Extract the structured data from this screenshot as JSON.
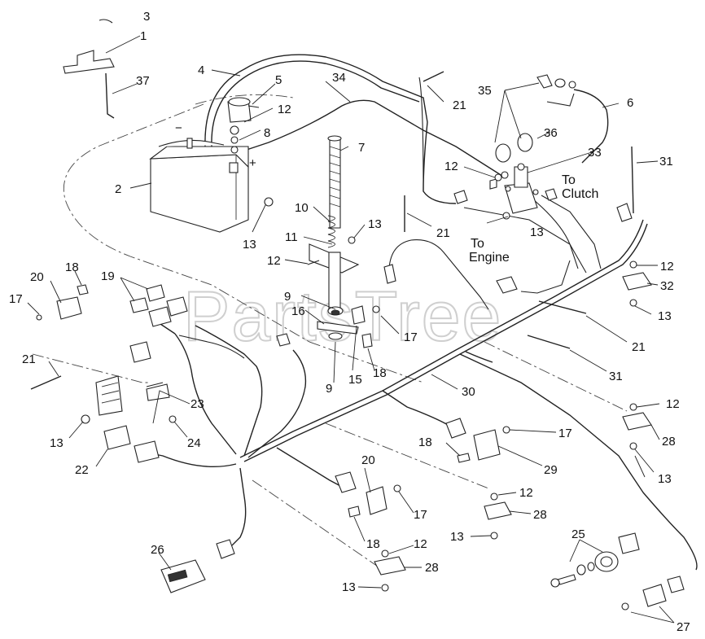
{
  "watermark": "PartsTree",
  "notes": {
    "to_clutch_1": "To",
    "to_clutch_2": "Clutch",
    "to_engine_1": "To",
    "to_engine_2": "Engine"
  },
  "battery_symbols": {
    "minus": "−",
    "plus": "+"
  },
  "callouts": [
    {
      "id": "c3",
      "text": "3"
    },
    {
      "id": "c1",
      "text": "1"
    },
    {
      "id": "c37",
      "text": "37"
    },
    {
      "id": "c4",
      "text": "4"
    },
    {
      "id": "c5",
      "text": "5"
    },
    {
      "id": "c34",
      "text": "34"
    },
    {
      "id": "c21a",
      "text": "21"
    },
    {
      "id": "c35",
      "text": "35"
    },
    {
      "id": "c6",
      "text": "6"
    },
    {
      "id": "c12a",
      "text": "12"
    },
    {
      "id": "c8",
      "text": "8"
    },
    {
      "id": "c7",
      "text": "7"
    },
    {
      "id": "c36",
      "text": "36"
    },
    {
      "id": "c33",
      "text": "33"
    },
    {
      "id": "c31a",
      "text": "31"
    },
    {
      "id": "c2",
      "text": "2"
    },
    {
      "id": "c12b",
      "text": "12"
    },
    {
      "id": "c10",
      "text": "10"
    },
    {
      "id": "c13a",
      "text": "13"
    },
    {
      "id": "c21b",
      "text": "21"
    },
    {
      "id": "c13b",
      "text": "13"
    },
    {
      "id": "c11",
      "text": "11"
    },
    {
      "id": "c13c",
      "text": "13"
    },
    {
      "id": "c12c",
      "text": "12"
    },
    {
      "id": "c12d",
      "text": "12"
    },
    {
      "id": "c32",
      "text": "32"
    },
    {
      "id": "c18a",
      "text": "18"
    },
    {
      "id": "c20a",
      "text": "20"
    },
    {
      "id": "c19",
      "text": "19"
    },
    {
      "id": "c17a",
      "text": "17"
    },
    {
      "id": "c9a",
      "text": "9"
    },
    {
      "id": "c16",
      "text": "16"
    },
    {
      "id": "c17b",
      "text": "17"
    },
    {
      "id": "c13d",
      "text": "13"
    },
    {
      "id": "c21c",
      "text": "21"
    },
    {
      "id": "c21d",
      "text": "21"
    },
    {
      "id": "c15",
      "text": "15"
    },
    {
      "id": "c18b",
      "text": "18"
    },
    {
      "id": "c9b",
      "text": "9"
    },
    {
      "id": "c31b",
      "text": "31"
    },
    {
      "id": "c30",
      "text": "30"
    },
    {
      "id": "c23",
      "text": "23"
    },
    {
      "id": "c12e",
      "text": "12"
    },
    {
      "id": "c13e",
      "text": "13"
    },
    {
      "id": "c24",
      "text": "24"
    },
    {
      "id": "c17c",
      "text": "17"
    },
    {
      "id": "c28a",
      "text": "28"
    },
    {
      "id": "c22",
      "text": "22"
    },
    {
      "id": "c18c",
      "text": "18"
    },
    {
      "id": "c29",
      "text": "29"
    },
    {
      "id": "c13f",
      "text": "13"
    },
    {
      "id": "c20b",
      "text": "20"
    },
    {
      "id": "c27",
      "text": "27"
    },
    {
      "id": "c17d",
      "text": "17"
    },
    {
      "id": "c12f",
      "text": "12"
    },
    {
      "id": "c28b",
      "text": "28"
    },
    {
      "id": "c13g",
      "text": "13"
    },
    {
      "id": "c26",
      "text": "26"
    },
    {
      "id": "c18d",
      "text": "18"
    },
    {
      "id": "c12g",
      "text": "12"
    },
    {
      "id": "c25",
      "text": "25"
    },
    {
      "id": "c28c",
      "text": "28"
    },
    {
      "id": "c13h",
      "text": "13"
    },
    {
      "id": "c27b",
      "text": "27"
    }
  ]
}
